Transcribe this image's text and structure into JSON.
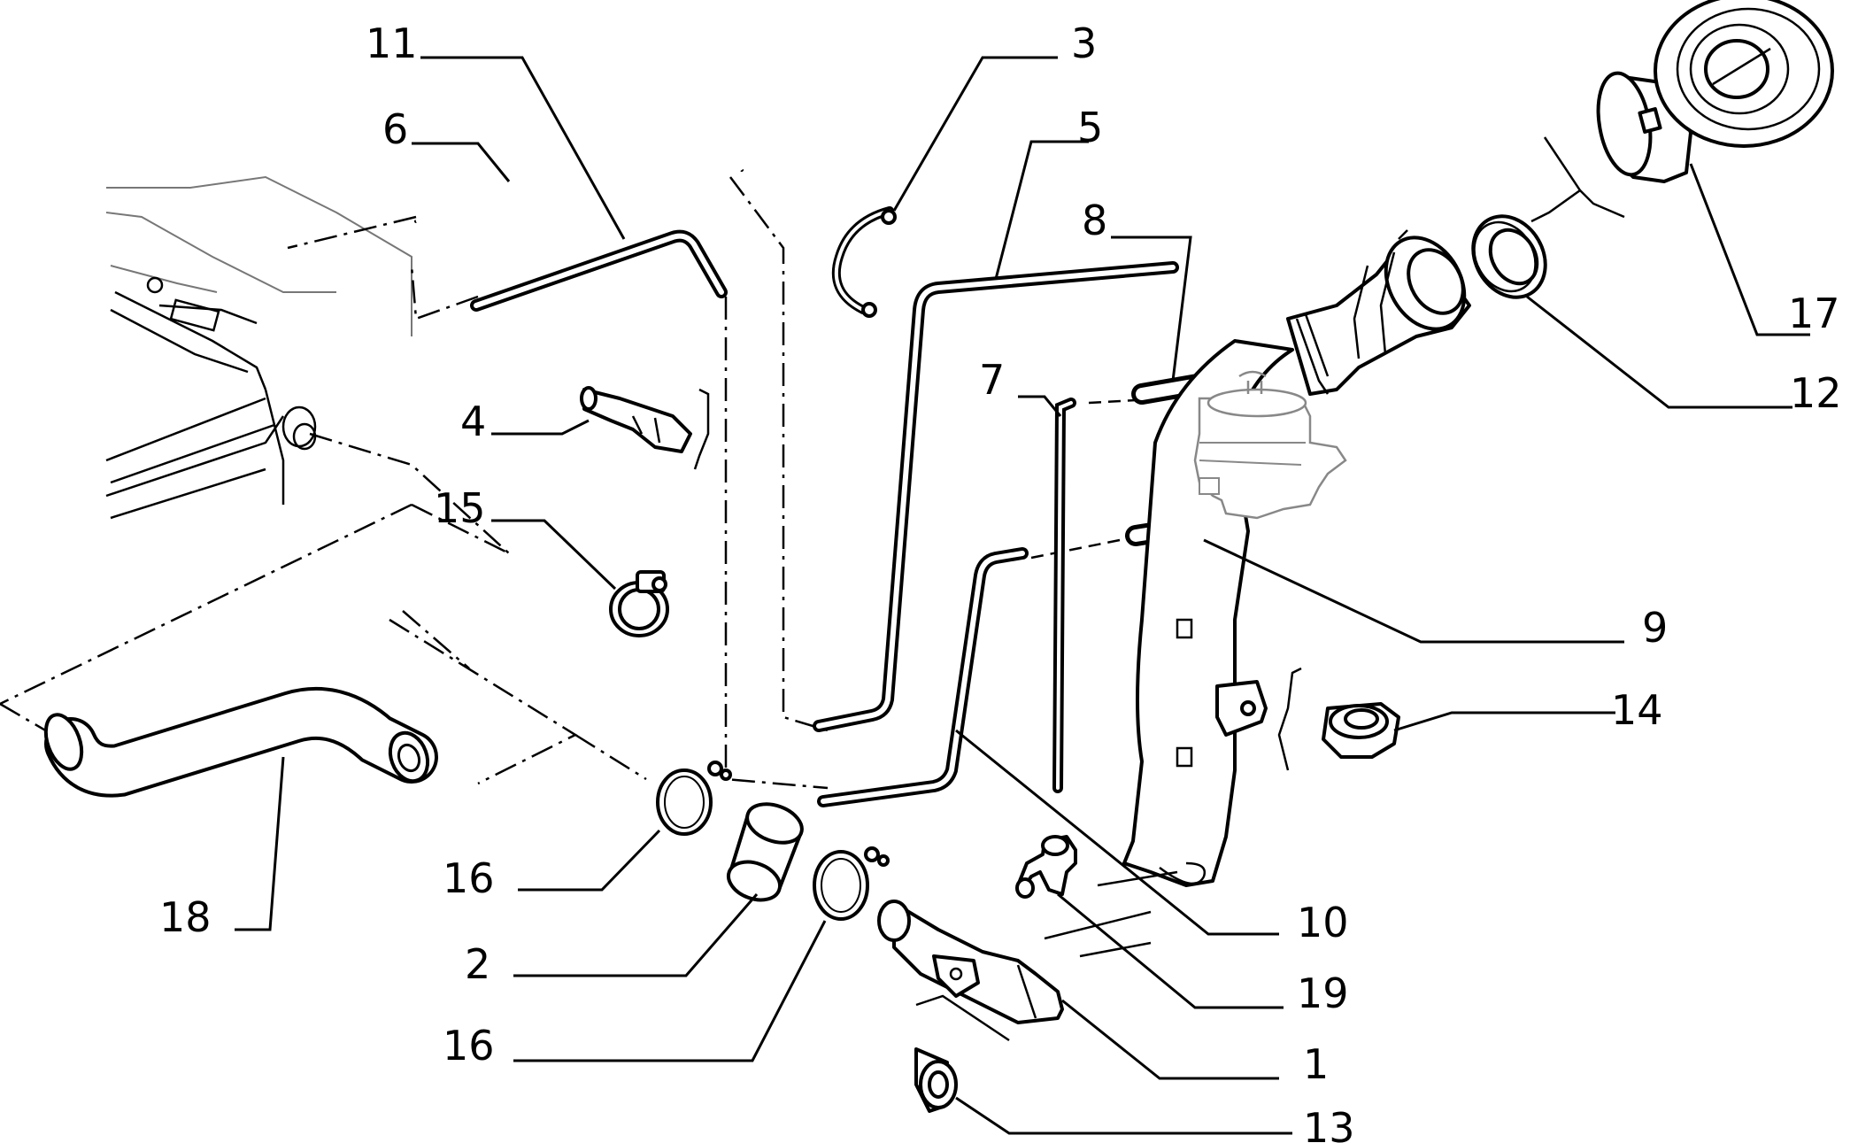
{
  "callouts": [
    {
      "id": "c11",
      "text": "11"
    },
    {
      "id": "c6",
      "text": "6"
    },
    {
      "id": "c3",
      "text": "3"
    },
    {
      "id": "c5",
      "text": "5"
    },
    {
      "id": "c8",
      "text": "8"
    },
    {
      "id": "c7",
      "text": "7"
    },
    {
      "id": "c4",
      "text": "4"
    },
    {
      "id": "c15",
      "text": "15"
    },
    {
      "id": "c17",
      "text": "17"
    },
    {
      "id": "c12",
      "text": "12"
    },
    {
      "id": "c9",
      "text": "9"
    },
    {
      "id": "c14",
      "text": "14"
    },
    {
      "id": "c18",
      "text": "18"
    },
    {
      "id": "c16a",
      "text": "16"
    },
    {
      "id": "c2",
      "text": "2"
    },
    {
      "id": "c16b",
      "text": "16"
    },
    {
      "id": "c10",
      "text": "10"
    },
    {
      "id": "c19",
      "text": "19"
    },
    {
      "id": "c1",
      "text": "1"
    },
    {
      "id": "c13",
      "text": "13"
    }
  ]
}
